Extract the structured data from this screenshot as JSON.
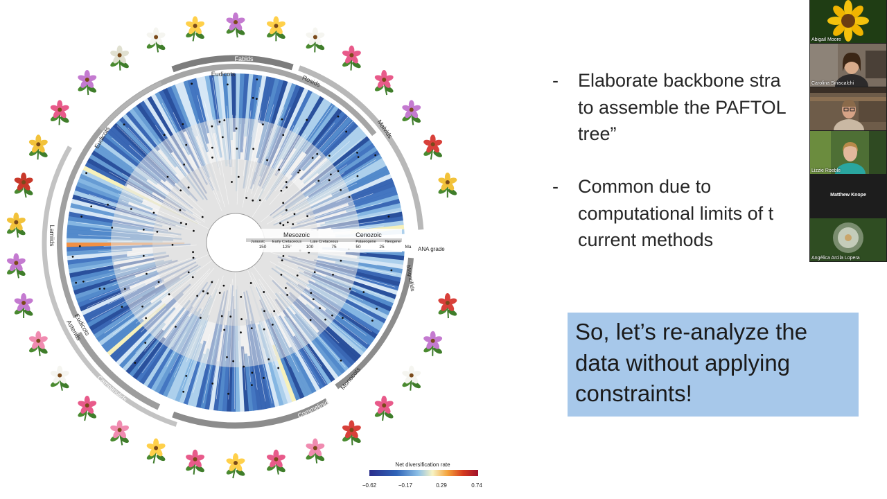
{
  "slide": {
    "bullets": [
      {
        "dash": "-",
        "lines": [
          "Elaborate backbone stra",
          "to assemble the PAFTOL",
          "tree”"
        ]
      },
      {
        "dash": "-",
        "lines": [
          "Common due to",
          "computational limits of t",
          "current methods"
        ]
      }
    ],
    "callout": {
      "lines": [
        "So, let’s re-analyze the",
        "data without applying",
        "constraints!"
      ],
      "color": "#a7c8ea"
    }
  },
  "figure": {
    "clade_labels": [
      "Fabids",
      "Eudicots",
      "Rosids",
      "Malvids",
      "Eudicots",
      "Lamiids",
      "Eudicots",
      "Asterids",
      "Campanulids",
      "Commelinids",
      "Monocots",
      "Magnoliids"
    ],
    "eras": [
      "Mesozoic",
      "Cenozoic"
    ],
    "periods": [
      "Jurassic",
      "Early Cretaceous",
      "Late Cretaceous",
      "Palaeogene",
      "Neogene"
    ],
    "time_ticks": [
      "150",
      "125",
      "100",
      "75",
      "50",
      "25",
      "Ma"
    ],
    "ana_grade": "ANA grade"
  },
  "legend": {
    "title": "Net diversification rate",
    "ticks": [
      "−0.62",
      "−0.17",
      "0.29",
      "0.74"
    ],
    "colors": [
      "#2a2e8c",
      "#2f64b8",
      "#8ec0e6",
      "#f7f3c4",
      "#f4a23a",
      "#d63b1f",
      "#a0102a"
    ]
  },
  "participants": [
    {
      "name": "Abigail Moore",
      "icon": "sunflower-icon"
    },
    {
      "name": "Carolina Siniscalchi",
      "icon": "person-avatar"
    },
    {
      "name": "",
      "icon": "person-avatar"
    },
    {
      "name": "Lizzie Roeble",
      "icon": "person-avatar"
    },
    {
      "name": "Matthew Knope",
      "icon": "none"
    },
    {
      "name": "Angélica Arcila Lopera",
      "icon": "dandelion-icon"
    }
  ]
}
